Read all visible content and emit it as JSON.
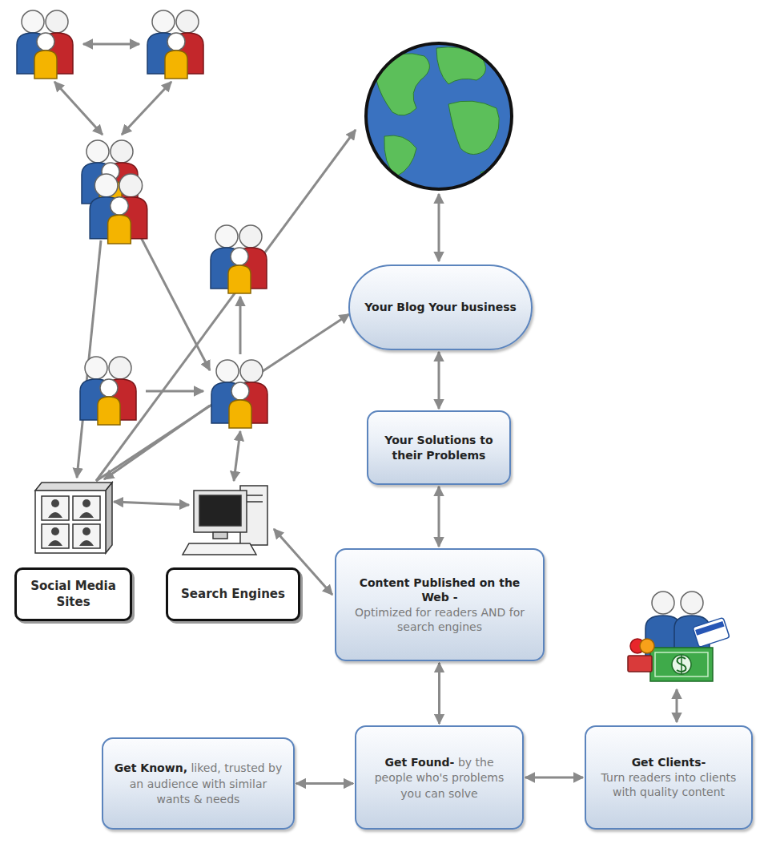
{
  "diagram": {
    "nodes": [
      {
        "text": [
          "Your Blog Your business"
        ]
      },
      {
        "text": [
          "Your Solutions to their Problems"
        ]
      },
      {
        "text": [
          "Social Media Sites"
        ]
      },
      {
        "text": [
          "Search Engines"
        ]
      },
      {
        "text": [
          "Content Published on the Web -",
          "Optimized for readers AND for search engines"
        ]
      },
      {
        "text": [
          "Get Known,",
          "liked, trusted by an audience with similar wants & needs"
        ]
      },
      {
        "text": [
          "Get Found-",
          "by the people who's problems you can solve"
        ]
      },
      {
        "text": [
          "Get Clients-",
          "Turn readers into clients with quality content"
        ]
      }
    ],
    "edges": [
      {
        "from": 0,
        "to": 1,
        "arrow": "both"
      },
      {
        "from": 1,
        "to": 4,
        "arrow": "both"
      },
      {
        "from": 4,
        "to": 6,
        "arrow": "both"
      },
      {
        "from": 5,
        "to": 6,
        "arrow": "both"
      },
      {
        "from": 6,
        "to": 7,
        "arrow": "both"
      }
    ]
  }
}
